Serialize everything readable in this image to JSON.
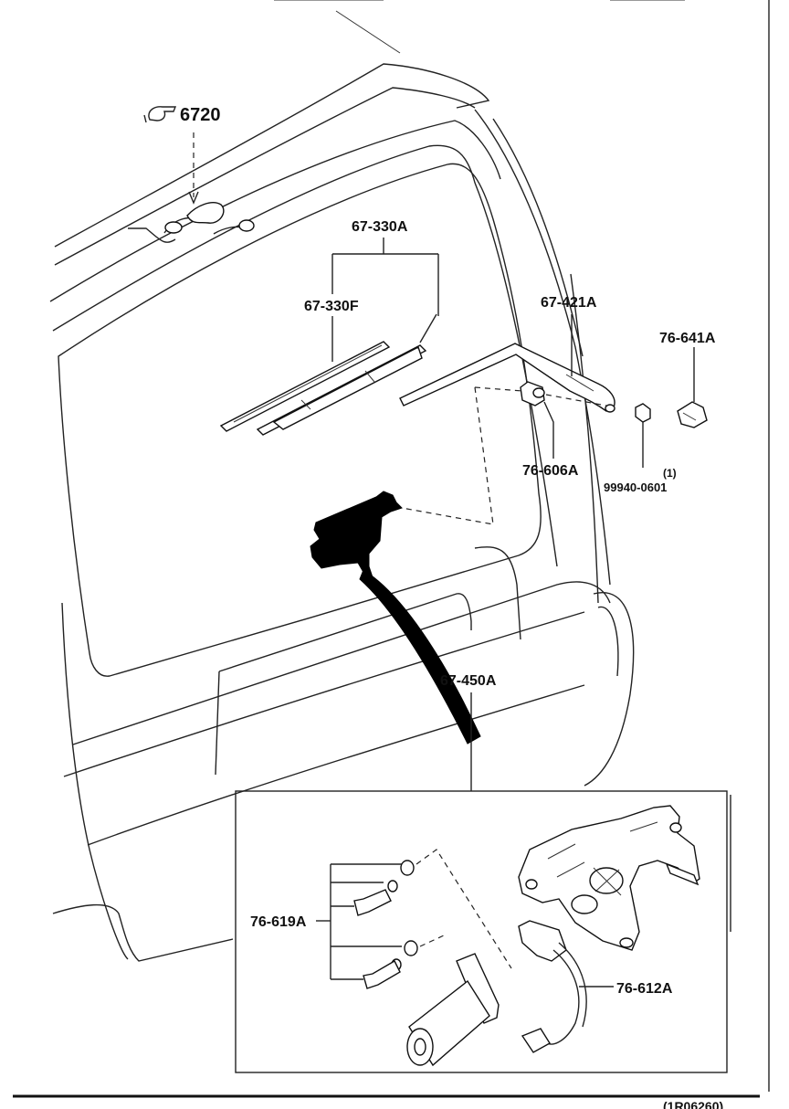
{
  "labels": {
    "ref_group": "6720",
    "blade_assembly": "67-330A",
    "blade_rubber": "67-330F",
    "wiper_arm": "67-421A",
    "cap": "76-641A",
    "pivot_cap": "76-606A",
    "nut": "99940-0601",
    "nut_qty": "(1)",
    "motor": "67-450A",
    "bolts": "76-619A",
    "harness": "76-612A",
    "figure_code": "(1R06260)"
  },
  "icons": {
    "ref_hand": "pointing-hand-icon"
  }
}
